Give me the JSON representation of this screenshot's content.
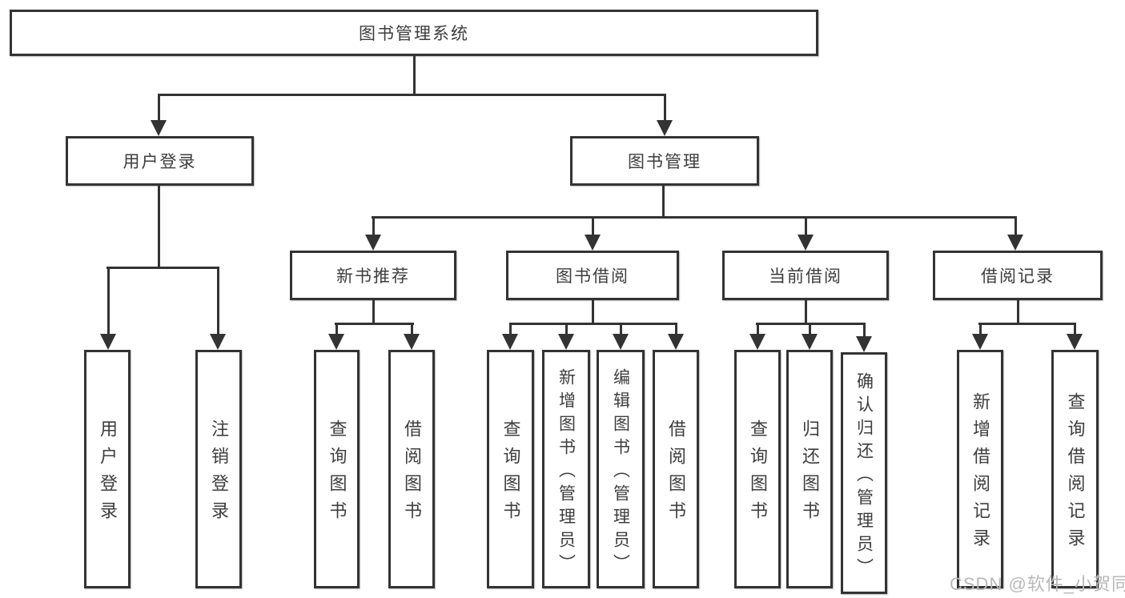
{
  "diagram_title": "图书管理系统",
  "tree": {
    "label": "图书管理系统",
    "children": [
      {
        "label": "用户登录",
        "children": [
          {
            "label": "用户登录"
          },
          {
            "label": "注销登录"
          }
        ]
      },
      {
        "label": "图书管理",
        "children": [
          {
            "label": "新书推荐",
            "children": [
              {
                "label": "查询图书"
              },
              {
                "label": "借阅图书"
              }
            ]
          },
          {
            "label": "图书借阅",
            "children": [
              {
                "label": "查询图书"
              },
              {
                "label": "新增图书（管理员）"
              },
              {
                "label": "编辑图书（管理员）"
              },
              {
                "label": "借阅图书"
              }
            ]
          },
          {
            "label": "当前借阅",
            "children": [
              {
                "label": "查询图书"
              },
              {
                "label": "归还图书"
              },
              {
                "label": "确认归还（管理员）"
              }
            ]
          },
          {
            "label": "借阅记录",
            "children": [
              {
                "label": "新增借阅记录"
              },
              {
                "label": "查询借阅记录"
              }
            ]
          }
        ]
      }
    ]
  },
  "watermark": "CSDN @软件_小贺同学",
  "colors": {
    "line": "#333333",
    "text": "#3d3d3d",
    "box_background": "#ffffff",
    "watermark": "#b8b8b8"
  }
}
